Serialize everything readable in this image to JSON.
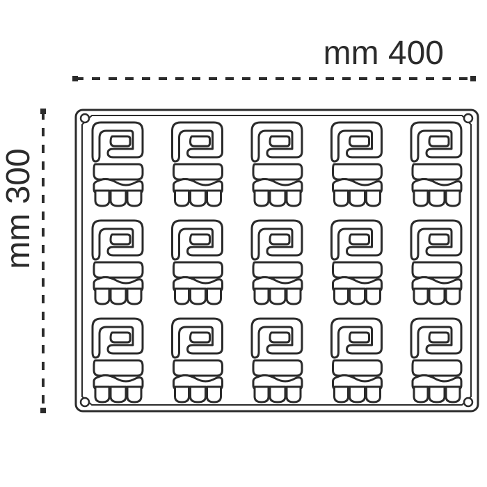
{
  "dimensions": {
    "width_label": "mm 400",
    "height_label": "mm 300"
  },
  "mold": {
    "rows": 3,
    "columns": 5,
    "cavity_shape": "swirl-knot-icon"
  },
  "colors": {
    "line": "#2b2b2b",
    "background": "#ffffff"
  }
}
